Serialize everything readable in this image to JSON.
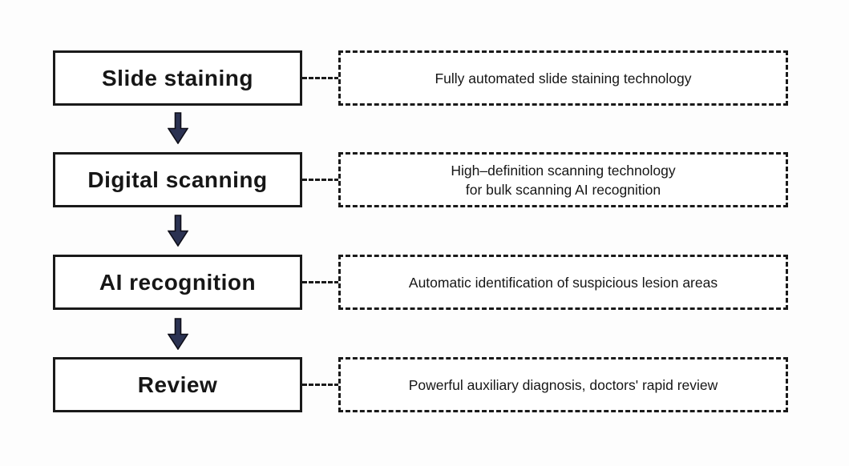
{
  "diagram": {
    "type": "flowchart",
    "steps": [
      {
        "label": "Slide staining",
        "description": "Fully automated slide staining technology"
      },
      {
        "label": "Digital scanning",
        "description": "High–definition scanning technology\nfor bulk scanning AI recognition"
      },
      {
        "label": "AI recognition",
        "description": "Automatic identification of suspicious lesion areas"
      },
      {
        "label": "Review",
        "description": "Powerful auxiliary diagnosis, doctors' rapid review"
      }
    ],
    "colors": {
      "background": "#fdfdfd",
      "box_fill": "#ffffff",
      "box_border": "#1a1a1a",
      "text": "#161616",
      "arrow_fill": "#2b3252",
      "arrow_outline": "#0e0e18"
    }
  }
}
